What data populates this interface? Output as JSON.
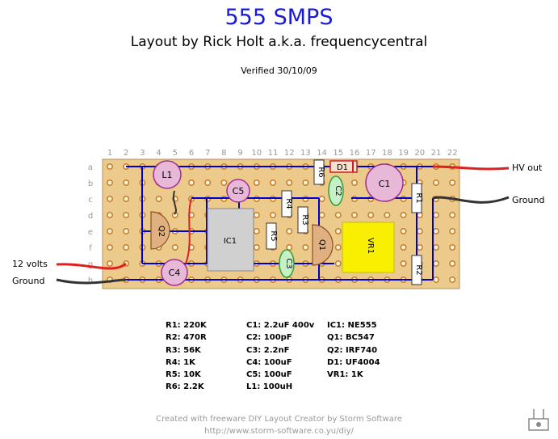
{
  "header": {
    "title": "555 SMPS",
    "subtitle": "Layout by Rick Holt a.k.a. frequencycentral",
    "verified": "Verified 30/10/09"
  },
  "board": {
    "column_labels": [
      "1",
      "2",
      "3",
      "4",
      "5",
      "6",
      "7",
      "8",
      "9",
      "10",
      "11",
      "12",
      "13",
      "14",
      "15",
      "16",
      "17",
      "18",
      "19",
      "20",
      "21",
      "22"
    ],
    "row_labels": [
      "a",
      "b",
      "c",
      "d",
      "e",
      "f",
      "g",
      "h"
    ],
    "board_color": "#e8c88c",
    "strip_color": "#0000cc",
    "hole_color": "#c9802a"
  },
  "labels": {
    "hv_out": "HV out",
    "ground_right": "Ground",
    "twelve_volts": "12 volts",
    "ground_left": "Ground"
  },
  "components": {
    "L1": "L1",
    "C5": "C5",
    "C1": "C1",
    "C4": "C4",
    "C2": "C2",
    "C3": "C3",
    "R1": "R1",
    "R2": "R2",
    "R3": "R3",
    "R4": "R4",
    "R5": "R5",
    "R6": "R6",
    "D1": "D1",
    "IC1": "IC1",
    "Q1": "Q1",
    "Q2": "Q2",
    "VR1": "VR1"
  },
  "parts_list": {
    "col1": [
      "R1: 220K",
      "R2: 470R",
      "R3: 56K",
      "R4: 1K",
      "R5: 10K",
      "R6: 2.2K"
    ],
    "col2": [
      "C1: 2.2uF 400v",
      "C2: 100pF",
      "C3: 2.2nF",
      "C4: 100uF",
      "C5: 100uF",
      "L1: 100uH"
    ],
    "col3": [
      "IC1: NE555",
      "Q1: BC547",
      "Q2: IRF740",
      "D1: UF4004",
      "VR1: 1K"
    ]
  },
  "footer": {
    "line1": "Created with freeware DIY Layout Creator by Storm Software",
    "line2": "http://www.storm-software.co.yu/diy/"
  }
}
